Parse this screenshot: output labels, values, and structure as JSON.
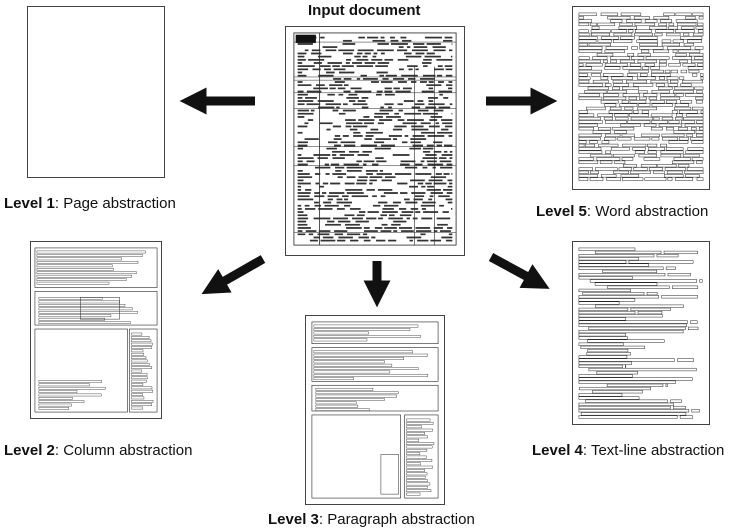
{
  "input": {
    "title": "Input document"
  },
  "levels": [
    {
      "id": "level1",
      "level_label": "Level 1",
      "name": "Page abstraction"
    },
    {
      "id": "level2",
      "level_label": "Level 2",
      "name": "Column abstraction"
    },
    {
      "id": "level3",
      "level_label": "Level 3",
      "name": "Paragraph abstraction"
    },
    {
      "id": "level4",
      "level_label": "Level 4",
      "name": "Text-line abstraction"
    },
    {
      "id": "level5",
      "level_label": "Level 5",
      "name": "Word abstraction"
    }
  ],
  "colors": {
    "ink": "#222222",
    "arrow": "#111111",
    "frame": "#444444"
  }
}
